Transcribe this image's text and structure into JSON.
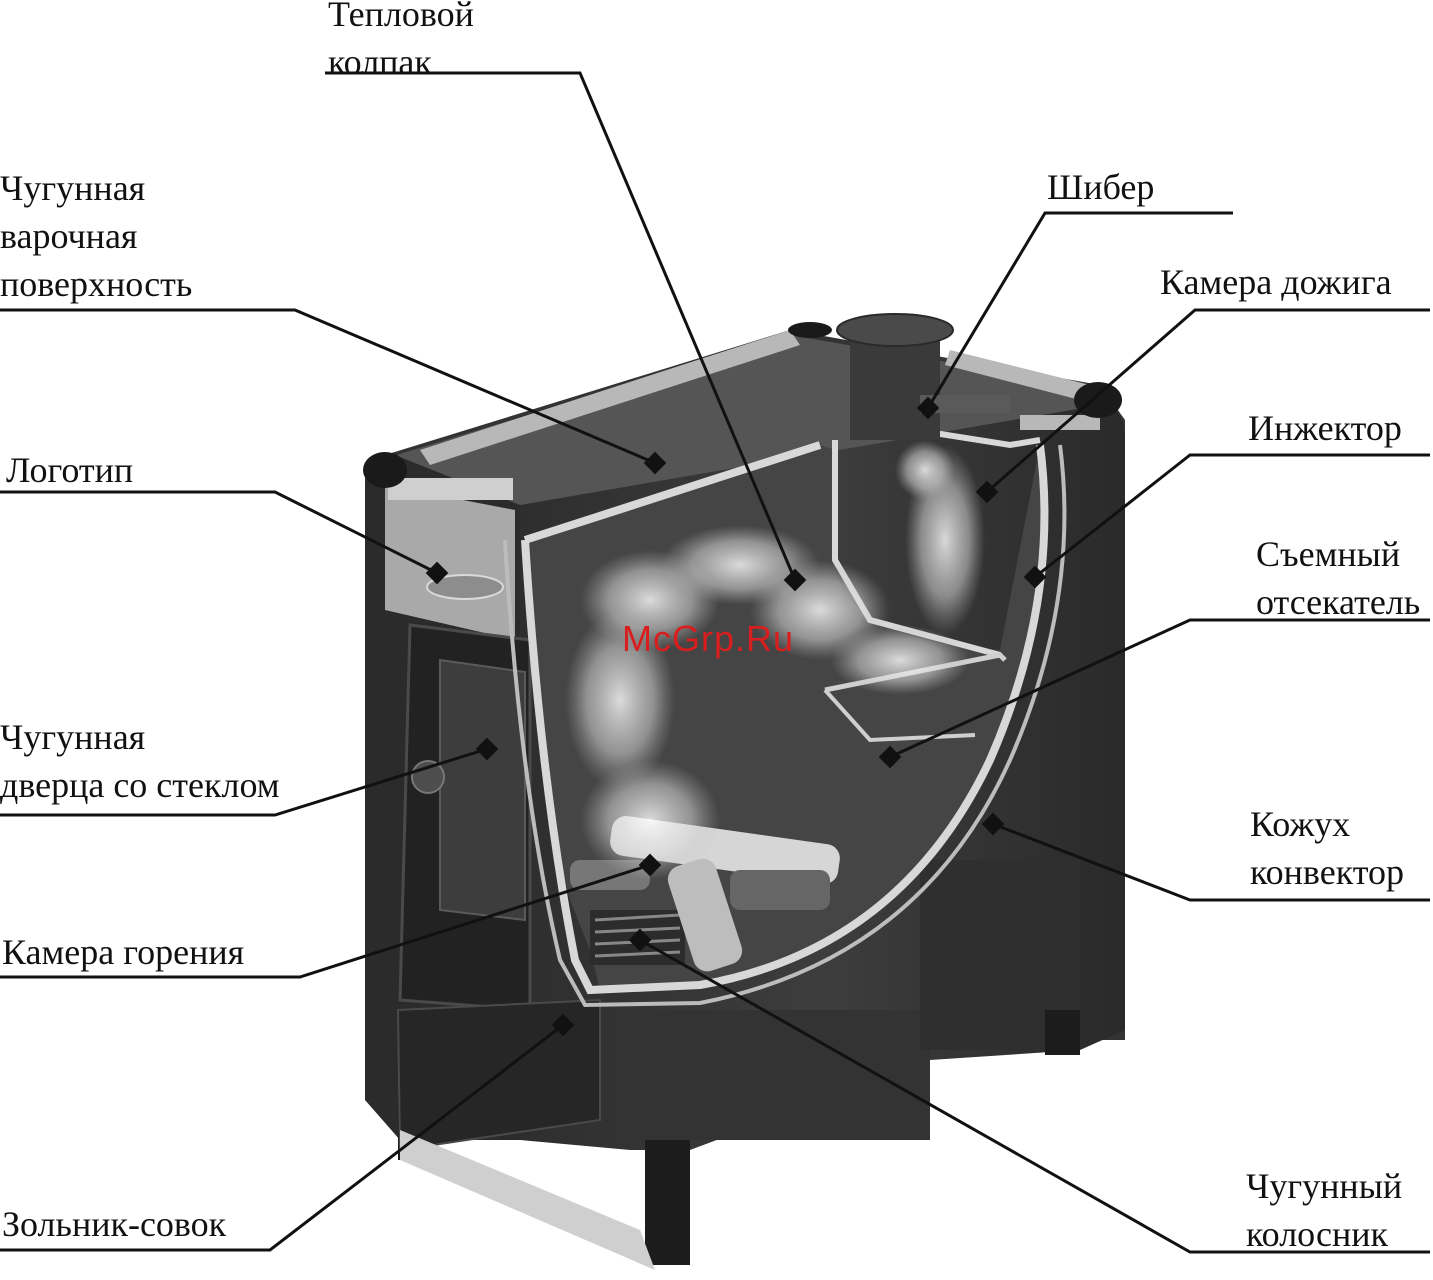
{
  "labels": {
    "heat_cap": [
      "Тепловой",
      "колпак"
    ],
    "cooking_surface": [
      "Чугунная",
      "варочная",
      "поверхность"
    ],
    "logo": [
      "Логотип"
    ],
    "door": [
      "Чугунная",
      "дверца со стеклом"
    ],
    "combustion_chamber": [
      "Камера горения"
    ],
    "ash_pan": [
      "Зольник-совок"
    ],
    "damper": [
      "Шибер"
    ],
    "afterburn_chamber": [
      "Камера дожига"
    ],
    "injector": [
      "Инжектор"
    ],
    "deflector": [
      "Съемный",
      "отсекатель"
    ],
    "convector": [
      "Кожух",
      "конвектор"
    ],
    "grate": [
      "Чугунный",
      "колосник"
    ]
  },
  "watermark": "McGrp.Ru",
  "colors": {
    "body": "#3a3a3a",
    "body_dark": "#262626",
    "inner": "#4a4a4a",
    "steel": "#bdbdbd",
    "smoke": "#e8e8e8",
    "leader": "#111111",
    "watermark": "#d81e1e"
  }
}
